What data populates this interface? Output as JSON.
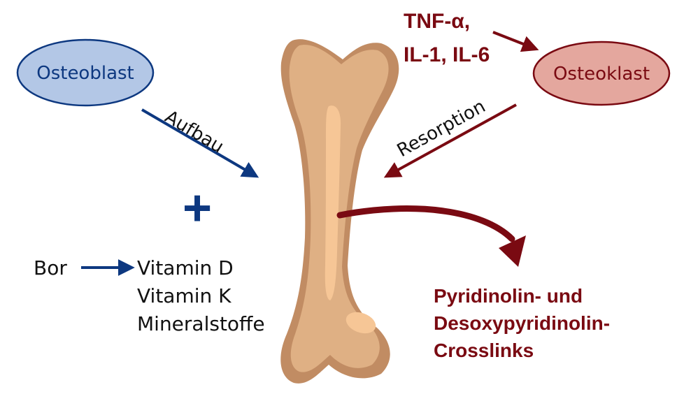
{
  "nodes": {
    "osteoblast": "Osteoblast",
    "osteoklast": "Osteoklast"
  },
  "cytokines": {
    "line1": "TNF-α,",
    "line2": "IL-1, IL-6"
  },
  "edges": {
    "aufbau": "Aufbau",
    "resorption": "Resorption"
  },
  "plus_symbol": "+",
  "nutrients": {
    "bor": "Bor",
    "items": [
      "Vitamin D",
      "Vitamin K",
      "Mineralstoffe"
    ]
  },
  "markers": {
    "line1": "Pyridinolin- und",
    "line2": "Desoxypyridinolin-",
    "line3": "Crosslinks"
  },
  "colors": {
    "blue": "#0d3880",
    "blue_fill": "#b3c7e6",
    "red": "#7a0a12",
    "red_fill": "#e4a79e",
    "bone_dark": "#c18c63",
    "bone_light": "#dfb084",
    "bone_highlight": "#f6c696"
  }
}
